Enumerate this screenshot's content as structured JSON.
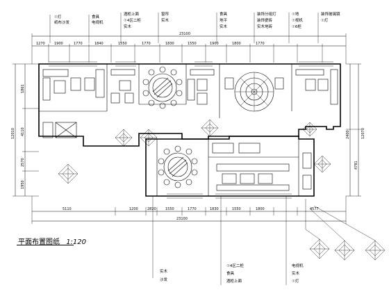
{
  "drawing": {
    "title": "平面布置图纸",
    "scale": "1:120"
  },
  "top_labels": [
    [
      "☉灯",
      "纸布沙发"
    ],
    [
      "食具",
      "电视机"
    ],
    [
      "酒柜上面",
      "☉4区二柜",
      "实木"
    ],
    [
      "窗帘",
      "实木"
    ],
    [
      "食具",
      "地平",
      "实木"
    ],
    [
      "装饰分组灯",
      "装饰瓷砖",
      "实木地砖"
    ],
    [
      "☉地",
      "☉视机",
      "☉6柜"
    ],
    [
      "装饰玻璃镜",
      "☉灯"
    ]
  ],
  "bottom_labels": [
    [
      "实木",
      "沙发"
    ],
    [
      "☉4区二柜",
      "食具",
      "酒柜上面"
    ],
    [
      "电视机",
      "实木",
      "☉灯"
    ]
  ],
  "dims_top": [
    "23100",
    "1270",
    "1900",
    "1770",
    "1840",
    "1550",
    "1770",
    "1830",
    "1550",
    "1900",
    "1800",
    "1770"
  ],
  "dims_bottom": [
    "23100",
    "5110",
    "1200",
    "2820",
    "1550",
    "1770",
    "1830",
    "1550",
    "1800",
    "4577"
  ],
  "dims_left": [
    "1861",
    "12010",
    "4110",
    "2570",
    "1950"
  ],
  "dims_right": [
    "2400",
    "4781",
    "12070"
  ]
}
